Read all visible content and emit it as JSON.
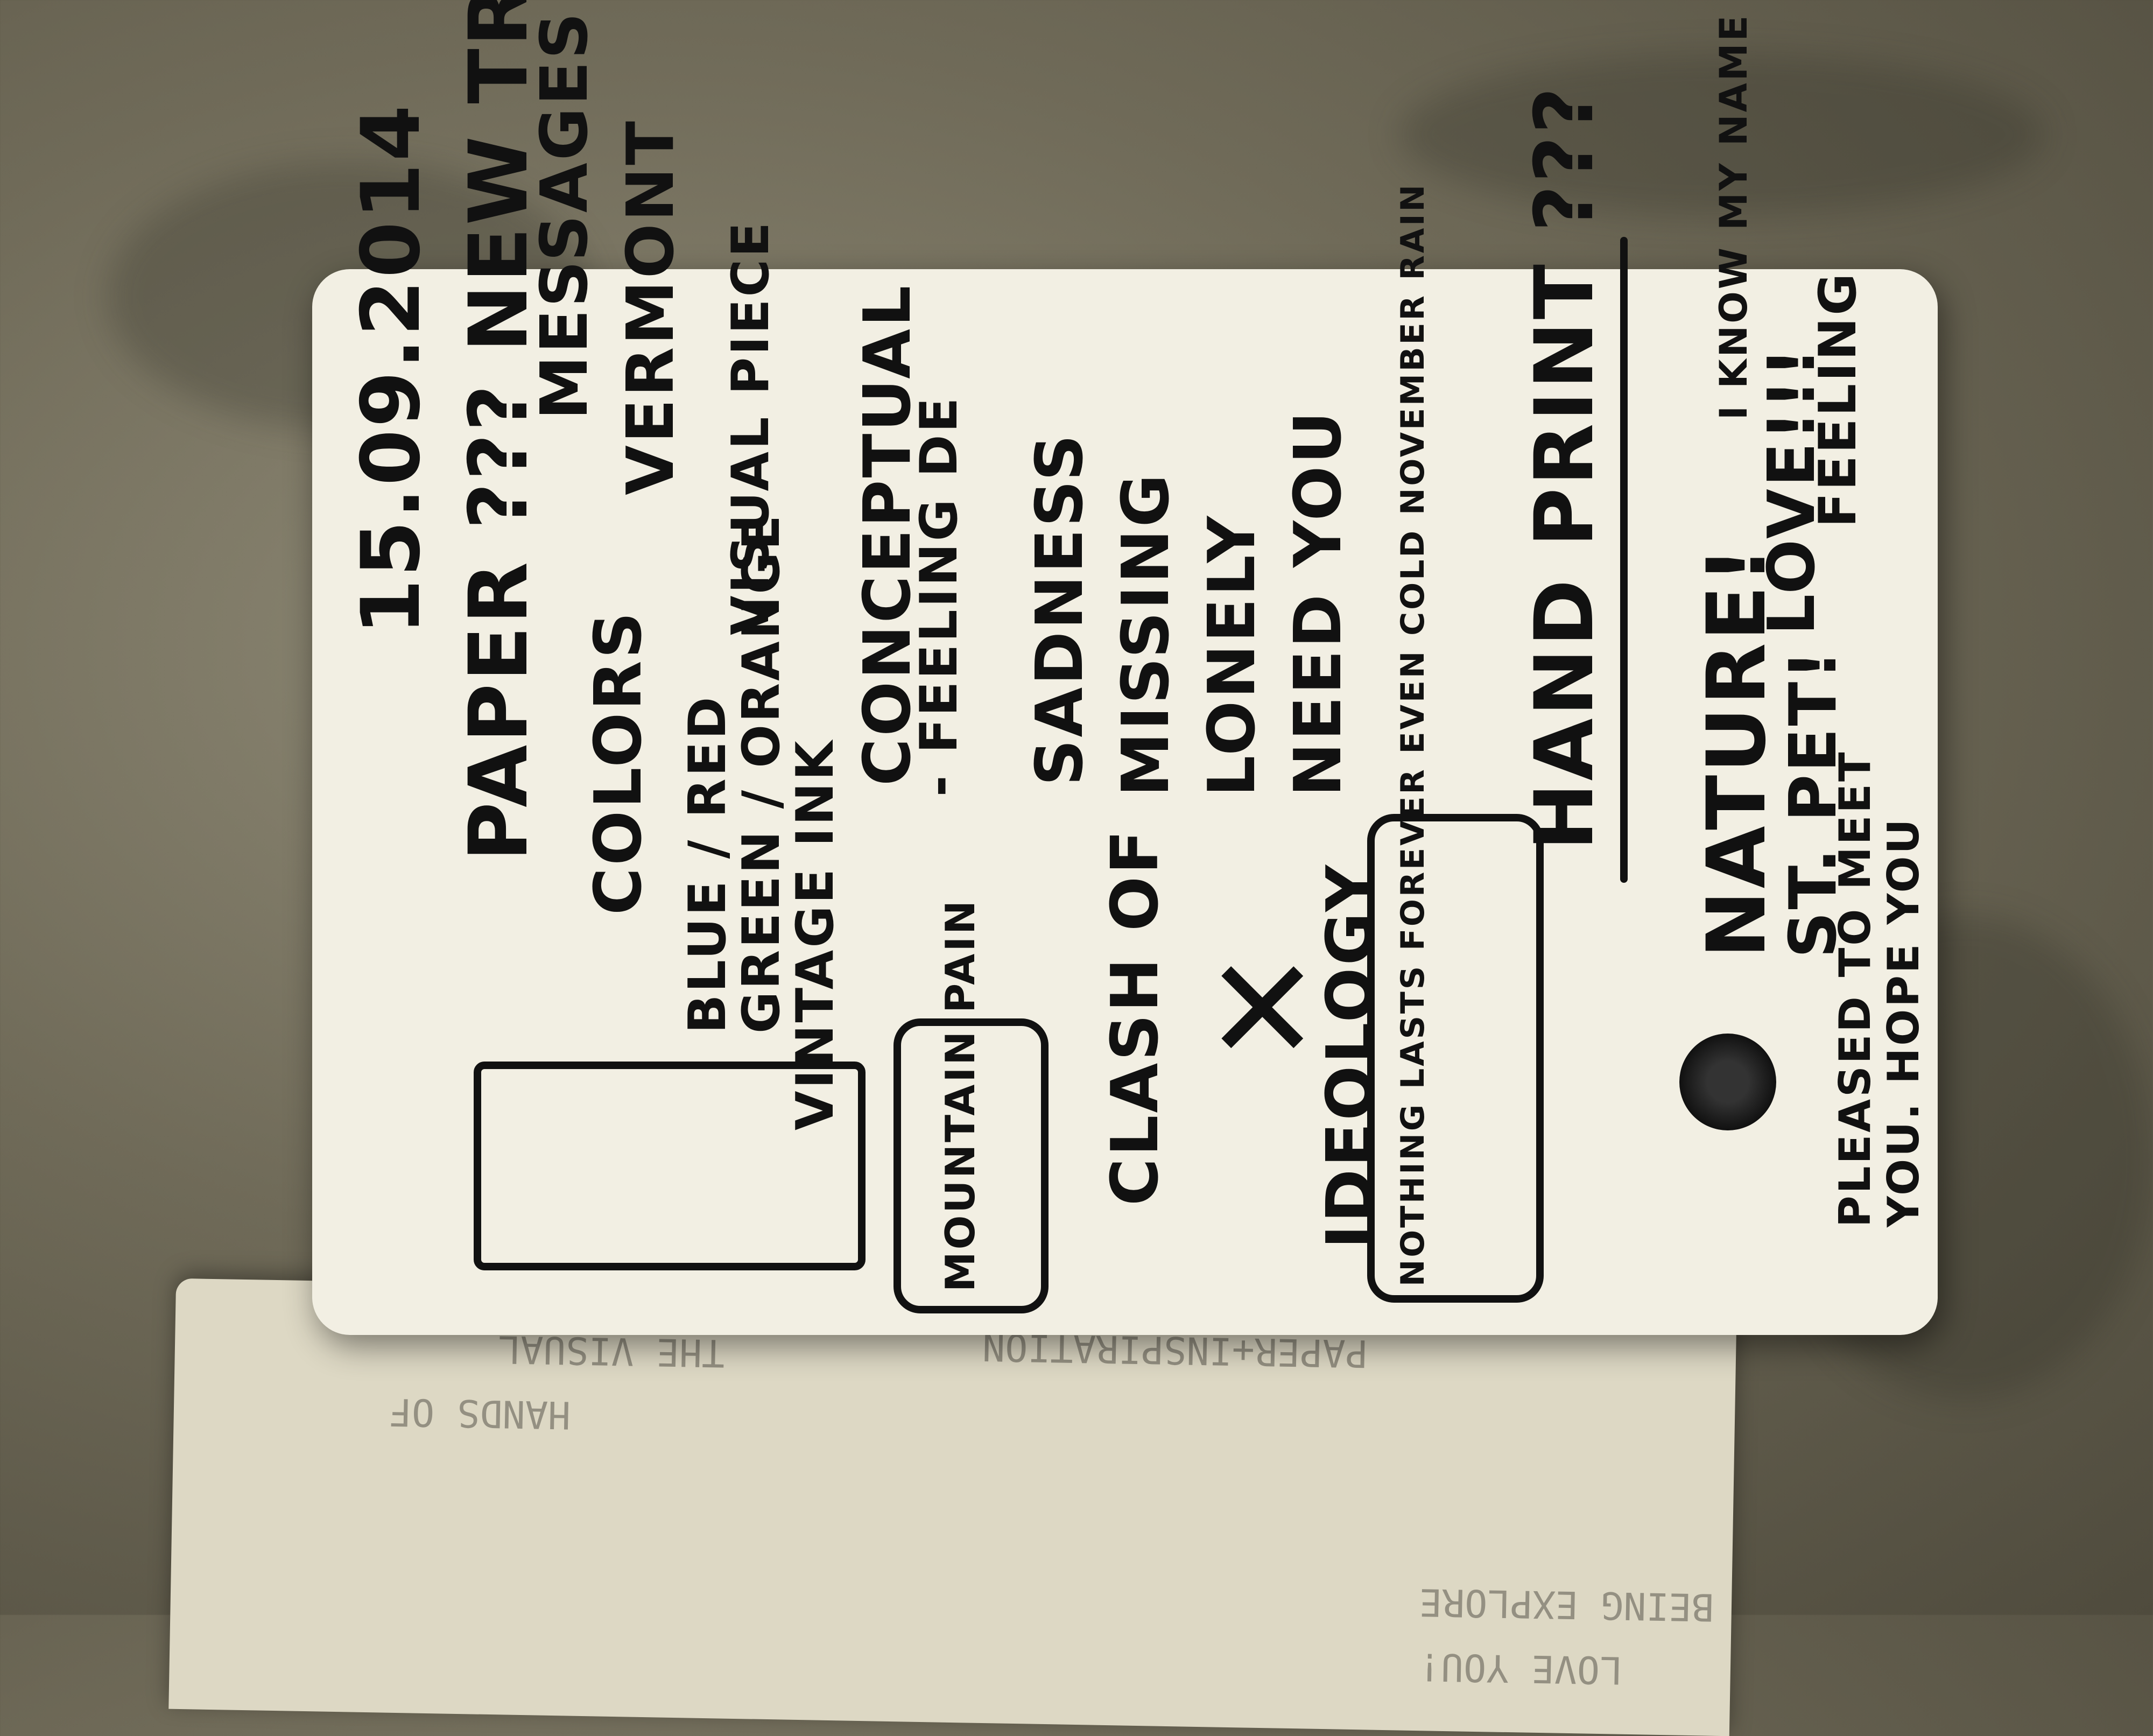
{
  "notebook": {
    "facing_page": {
      "lines": [
        "BEING EXPLORE",
        "LOVE YOU!",
        "PAPER+INSPIRATION",
        "THE VISUAL",
        "HANDS OF"
      ]
    },
    "main_page": {
      "date": "15.09.2014",
      "paper_line": "PAPER ??? NEW TRY",
      "message_line": "MESSAGES",
      "colors_label": "COLORS",
      "vermont_label": "VERMONT",
      "color_options": [
        "BLUE / RED",
        "GREEN / ORANGE",
        "VINTAGE INK"
      ],
      "visual_piece": "VISUAL PIECE",
      "conceptual_line": "CONCEPTUAL",
      "feeling_line": "- FEELING DE",
      "box_note": "MOUNTAIN PAIN",
      "clash_of": "CLASH OF",
      "ideology": "IDEOLOGY",
      "sadness": "SADNESS",
      "missing": "MISSING",
      "lonely": "LONELY",
      "need_you": "NEED YOU",
      "nothing_lasts": "NOTHING LASTS FOREVER EVEN COLD NOVEMBER RAIN",
      "hand_print": "HAND PRINT ???",
      "nature": "NATURE!",
      "st_pet": "ST. PET!",
      "pleased": "PLEASED TO MEET",
      "hope": "YOU. HOPE YOU",
      "signoff": "I KNOW MY NAME",
      "love": "LOVE!!!",
      "feeling": "FEELING"
    }
  }
}
